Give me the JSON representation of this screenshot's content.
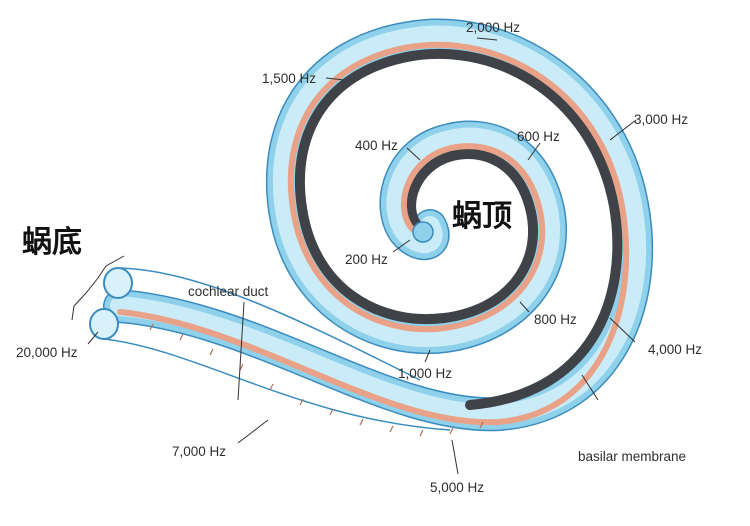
{
  "labels": {
    "base": "蜗底",
    "apex": "蜗顶",
    "cochlear_duct": "cochlear duct",
    "basilar_membrane": "basilar membrane"
  },
  "frequencies": {
    "f20000": "20,000 Hz",
    "f7000": "7,000 Hz",
    "f5000": "5,000 Hz",
    "f4000": "4,000 Hz",
    "f3000": "3,000 Hz",
    "f2000": "2,000 Hz",
    "f1500": "1,500 Hz",
    "f1000": "1,000 Hz",
    "f800": "800 Hz",
    "f600": "600 Hz",
    "f400": "400 Hz",
    "f200": "200 Hz"
  },
  "colors": {
    "outer_tube": "#8fd0ea",
    "tube_edge": "#3a8cbe",
    "tube_highlight": "#d9f1fb",
    "membrane": "#e9a287",
    "dark_band": "#3f4246"
  }
}
